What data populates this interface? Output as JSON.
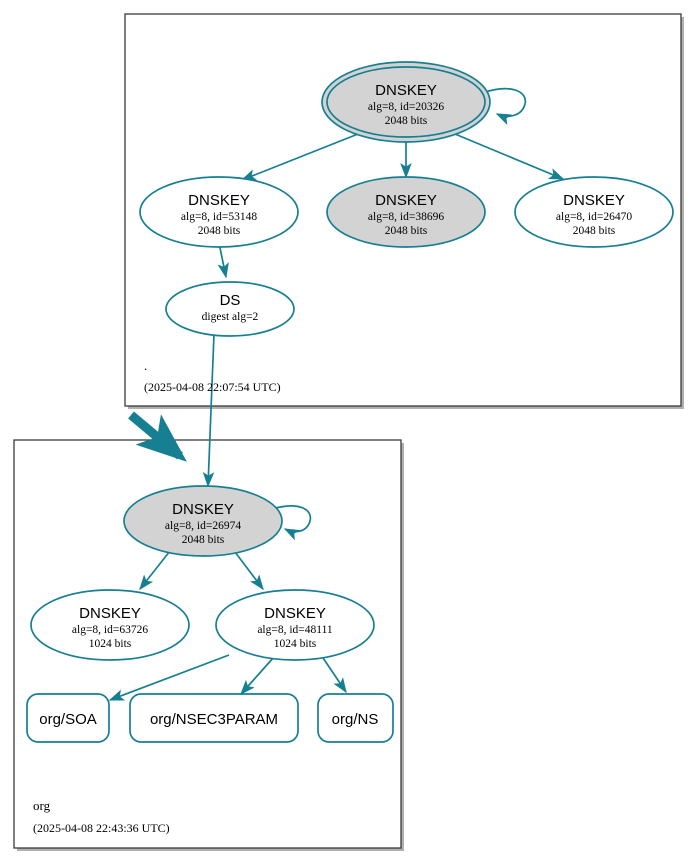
{
  "diagram": {
    "type": "dnssec-authentication-chain",
    "colors": {
      "edge": "#167f92",
      "node_stroke": "#167f92",
      "ksk_fill": "#d3d3d3",
      "zsk_fill": "#ffffff",
      "cluster_stroke": "#3a3a3a",
      "cluster_shadow": "#b0b0b0",
      "text": "#000000",
      "background": "#ffffff"
    },
    "clusters": [
      {
        "id": "root-zone",
        "zone_name": ".",
        "timestamp": "(2025-04-08 22:07:54 UTC)",
        "nodes": [
          {
            "id": "root-ksk-20326",
            "kind": "DNSKEY",
            "title": "DNSKEY",
            "detail": "alg=8, id=20326",
            "bits": "2048 bits",
            "role": "ksk",
            "shape": "doublecircle",
            "filled": true,
            "self_signed": true
          },
          {
            "id": "root-zsk-53148",
            "kind": "DNSKEY",
            "title": "DNSKEY",
            "detail": "alg=8, id=53148",
            "bits": "2048 bits",
            "role": "zsk",
            "shape": "ellipse",
            "filled": false,
            "self_signed": false
          },
          {
            "id": "root-zsk-38696",
            "kind": "DNSKEY",
            "title": "DNSKEY",
            "detail": "alg=8, id=38696",
            "bits": "2048 bits",
            "role": "zsk",
            "shape": "ellipse",
            "filled": true,
            "self_signed": false
          },
          {
            "id": "root-zsk-26470",
            "kind": "DNSKEY",
            "title": "DNSKEY",
            "detail": "alg=8, id=26470",
            "bits": "2048 bits",
            "role": "zsk",
            "shape": "ellipse",
            "filled": false,
            "self_signed": false
          },
          {
            "id": "root-ds",
            "kind": "DS",
            "title": "DS",
            "detail": "digest alg=2",
            "bits": "",
            "role": "ds",
            "shape": "ellipse",
            "filled": false,
            "self_signed": false
          }
        ]
      },
      {
        "id": "org-zone",
        "zone_name": "org",
        "timestamp": "(2025-04-08 22:43:36 UTC)",
        "nodes": [
          {
            "id": "org-ksk-26974",
            "kind": "DNSKEY",
            "title": "DNSKEY",
            "detail": "alg=8, id=26974",
            "bits": "2048 bits",
            "role": "ksk",
            "shape": "ellipse",
            "filled": true,
            "self_signed": true
          },
          {
            "id": "org-zsk-63726",
            "kind": "DNSKEY",
            "title": "DNSKEY",
            "detail": "alg=8, id=63726",
            "bits": "1024 bits",
            "role": "zsk",
            "shape": "ellipse",
            "filled": false,
            "self_signed": false
          },
          {
            "id": "org-zsk-48111",
            "kind": "DNSKEY",
            "title": "DNSKEY",
            "detail": "alg=8, id=48111",
            "bits": "1024 bits",
            "role": "zsk",
            "shape": "ellipse",
            "filled": false,
            "self_signed": false
          },
          {
            "id": "org-soa",
            "kind": "RRset",
            "title": "org/SOA",
            "detail": "",
            "bits": "",
            "role": "rrset",
            "shape": "rounded-rect",
            "filled": false,
            "self_signed": false
          },
          {
            "id": "org-nsec3param",
            "kind": "RRset",
            "title": "org/NSEC3PARAM",
            "detail": "",
            "bits": "",
            "role": "rrset",
            "shape": "rounded-rect",
            "filled": false,
            "self_signed": false
          },
          {
            "id": "org-ns",
            "kind": "RRset",
            "title": "org/NS",
            "detail": "",
            "bits": "",
            "role": "rrset",
            "shape": "rounded-rect",
            "filled": false,
            "self_signed": false
          }
        ]
      }
    ],
    "edges": [
      {
        "from": "root-ksk-20326",
        "to": "root-ksk-20326",
        "style": "self-loop"
      },
      {
        "from": "root-ksk-20326",
        "to": "root-zsk-53148",
        "style": "solid"
      },
      {
        "from": "root-ksk-20326",
        "to": "root-zsk-38696",
        "style": "solid"
      },
      {
        "from": "root-ksk-20326",
        "to": "root-zsk-26470",
        "style": "solid"
      },
      {
        "from": "root-zsk-53148",
        "to": "root-ds",
        "style": "solid"
      },
      {
        "from": "root-ds",
        "to": "org-ksk-26974",
        "style": "solid"
      },
      {
        "from": "root-zone",
        "to": "org-zone",
        "style": "delegation-thick"
      },
      {
        "from": "org-ksk-26974",
        "to": "org-ksk-26974",
        "style": "self-loop"
      },
      {
        "from": "org-ksk-26974",
        "to": "org-zsk-63726",
        "style": "solid"
      },
      {
        "from": "org-ksk-26974",
        "to": "org-zsk-48111",
        "style": "solid"
      },
      {
        "from": "org-zsk-48111",
        "to": "org-soa",
        "style": "solid"
      },
      {
        "from": "org-zsk-48111",
        "to": "org-nsec3param",
        "style": "solid"
      },
      {
        "from": "org-zsk-48111",
        "to": "org-ns",
        "style": "solid"
      }
    ]
  }
}
